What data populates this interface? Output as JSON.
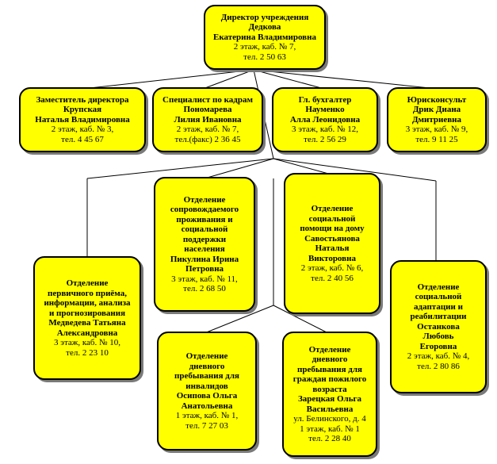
{
  "director": {
    "title": "Директор учреждения",
    "surname": "Дедкова",
    "name": "Екатерина Владимировна",
    "location": "2 этаж,  каб. № 7,",
    "phone": "тел.  2 50 63"
  },
  "managers": [
    {
      "lines": [
        "Заместитель директора",
        "Крупская",
        "Наталья Владимировна"
      ],
      "location": "2 этаж, каб. № 3,",
      "phone": "тел.  4 45 67"
    },
    {
      "lines": [
        "Специалист по кадрам",
        "Пономарева",
        "Лилия Ивановна"
      ],
      "location": "2 этаж, каб. № 7,",
      "phone": "тел.(факс)  2 36 45"
    },
    {
      "lines": [
        "Гл. бухгалтер",
        "Науменко",
        "Алла Леонидовна"
      ],
      "location": "3 этаж, каб. № 12,",
      "phone": "тел.  2 56 29"
    },
    {
      "lines": [
        "Юрисконсульт",
        "Дрик Диана",
        "Дмитриевна"
      ],
      "location": "3 этаж, каб. № 9,",
      "phone": "тел.  9 11 25"
    }
  ],
  "departments": {
    "supported_living": {
      "lines": [
        "Отделение",
        "сопровождаемого",
        "проживания и",
        "социальной",
        "поддержки",
        "населения",
        "Пикулина Ирина",
        "Петровна"
      ],
      "location": "3 этаж, каб. № 11,",
      "phone": "тел.  2 68 50"
    },
    "home_help": {
      "lines": [
        "Отделение",
        "социальной",
        "помощи на дому",
        "Савостьянова",
        "Наталья",
        "Викторовна"
      ],
      "location": "2 этаж, каб. № 6,",
      "phone": "тел.  2 40 56"
    },
    "primary_reception": {
      "lines": [
        "Отделение",
        "первичного приёма,",
        "информации, анализа",
        "и прогнозирования",
        "Медведева Татьяна",
        "Александровна"
      ],
      "location": "3 этаж, каб. № 10,",
      "phone": "тел.  2 23 10"
    },
    "adaptation": {
      "lines": [
        "Отделение",
        "социальной",
        "адаптации и",
        "реабилитации",
        "Останкова",
        "Любовь",
        "Егоровна"
      ],
      "location": "2 этаж, каб. № 4,",
      "phone": "тел.  2 80 86"
    },
    "day_disabled": {
      "lines": [
        "Отделение",
        "дневного",
        "пребывания для",
        "инвалидов",
        "Осипова Ольга",
        "Анатольевна"
      ],
      "location": "1 этаж,  каб. № 1,",
      "phone": "тел.  7 27 03"
    },
    "day_elderly": {
      "lines": [
        "Отделение",
        "дневного",
        "пребывания для",
        "граждан пожилого",
        "возраста",
        "Зарецкая Ольга",
        "Васильевна"
      ],
      "address": "ул. Белинского, д. 4",
      "location": "1 этаж, каб. № 1",
      "phone": "тел.  2 28 40"
    }
  }
}
